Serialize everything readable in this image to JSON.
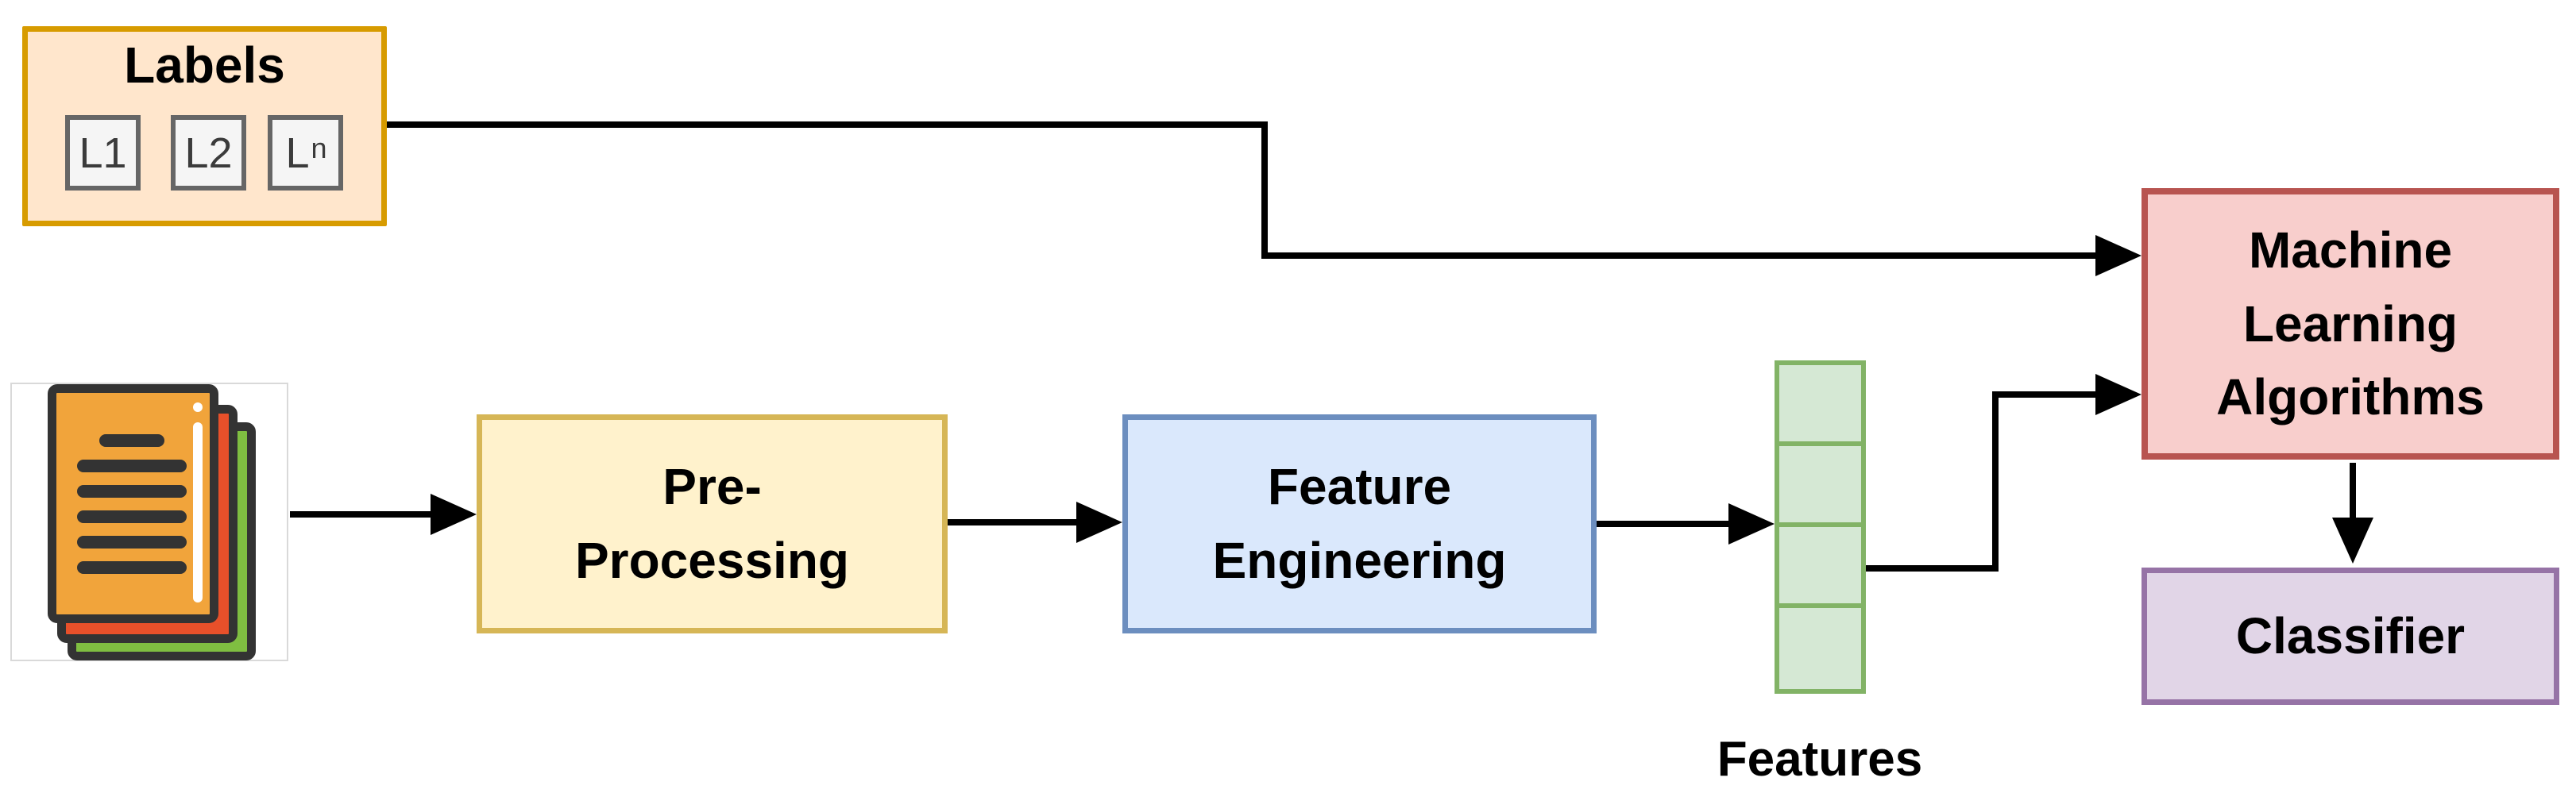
{
  "nodes": {
    "labels": {
      "title": "Labels",
      "chips": [
        {
          "text": "L1"
        },
        {
          "text": "L2"
        },
        {
          "text": "L",
          "sup": "n"
        }
      ],
      "fill": "#FFE6CC",
      "stroke": "#D79B00",
      "chip_fill": "#F5F5F5",
      "chip_stroke": "#666666"
    },
    "documents": {
      "icon": "documents-stack-icon",
      "page_colors": [
        "#F1A43B",
        "#E8502A",
        "#7FBE41"
      ],
      "ink": "#333333"
    },
    "preprocessing": {
      "label": "Pre-\nProcessing",
      "fill": "#FFF2CC",
      "stroke": "#D6B656"
    },
    "feature_engineering": {
      "label": "Feature\nEngineering",
      "fill": "#DAE8FC",
      "stroke": "#6C8EBF"
    },
    "features": {
      "label": "Features",
      "cell_count": 4,
      "fill": "#D5E8D4",
      "stroke": "#82B366"
    },
    "ml_algorithms": {
      "label": "Machine\nLearning\nAlgorithms",
      "fill": "#F8CECC",
      "stroke": "#B85450"
    },
    "classifier": {
      "label": "Classifier",
      "fill": "#E1D5E7",
      "stroke": "#9673A6"
    }
  },
  "connectors": {
    "color": "#000000",
    "edges": [
      {
        "from": "labels",
        "to": "ml_algorithms"
      },
      {
        "from": "documents",
        "to": "preprocessing"
      },
      {
        "from": "preprocessing",
        "to": "feature_engineering"
      },
      {
        "from": "feature_engineering",
        "to": "features"
      },
      {
        "from": "features",
        "to": "ml_algorithms"
      },
      {
        "from": "ml_algorithms",
        "to": "classifier"
      }
    ]
  }
}
